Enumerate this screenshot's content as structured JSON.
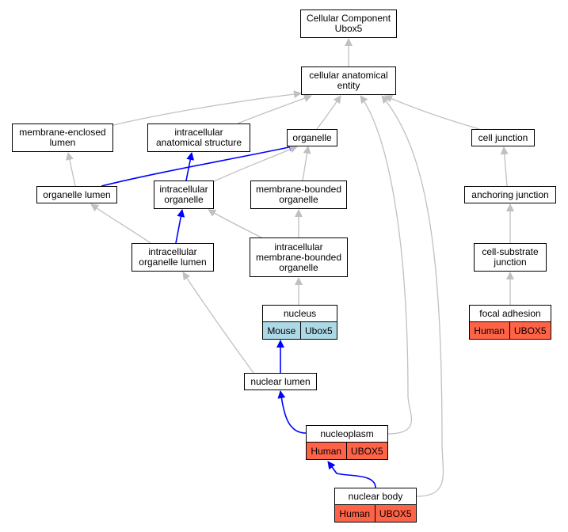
{
  "colors": {
    "gray_edge": "#c0c0c0",
    "blue_edge": "#0000ff",
    "mouse": "#add8e6",
    "human": "#ff6347"
  },
  "nodes": {
    "root": "Cellular Component\nUbox5",
    "cellular_anatomical_entity": "cellular anatomical\nentity",
    "membrane_enclosed_lumen": "membrane-enclosed\nlumen",
    "intracellular_anatomical_structure": "intracellular\nanatomical structure",
    "organelle": "organelle",
    "cell_junction": "cell junction",
    "organelle_lumen": "organelle lumen",
    "intracellular_organelle": "intracellular\norganelle",
    "membrane_bounded_organelle": "membrane-bounded\norganelle",
    "anchoring_junction": "anchoring junction",
    "intracellular_organelle_lumen": "intracellular\norganelle lumen",
    "intracellular_membrane_bounded_organelle": "intracellular\nmembrane-bounded\norganelle",
    "cell_substrate_junction": "cell-substrate\njunction",
    "nucleus": "nucleus",
    "focal_adhesion": "focal adhesion",
    "nuclear_lumen": "nuclear lumen",
    "nucleoplasm": "nucleoplasm",
    "nuclear_body": "nuclear body"
  },
  "annotations": {
    "nucleus": {
      "species": "Mouse",
      "gene": "Ubox5"
    },
    "focal_adhesion": {
      "species": "Human",
      "gene": "UBOX5"
    },
    "nucleoplasm": {
      "species": "Human",
      "gene": "UBOX5"
    },
    "nuclear_body": {
      "species": "Human",
      "gene": "UBOX5"
    }
  },
  "edges": [
    {
      "from": "cellular_anatomical_entity",
      "to": "root",
      "type": "is_a"
    },
    {
      "from": "membrane_enclosed_lumen",
      "to": "cellular_anatomical_entity",
      "type": "is_a"
    },
    {
      "from": "intracellular_anatomical_structure",
      "to": "cellular_anatomical_entity",
      "type": "is_a"
    },
    {
      "from": "organelle",
      "to": "cellular_anatomical_entity",
      "type": "is_a"
    },
    {
      "from": "cell_junction",
      "to": "cellular_anatomical_entity",
      "type": "is_a"
    },
    {
      "from": "nucleoplasm",
      "to": "cellular_anatomical_entity",
      "type": "is_a"
    },
    {
      "from": "nuclear_body",
      "to": "cellular_anatomical_entity",
      "type": "is_a"
    },
    {
      "from": "organelle_lumen",
      "to": "membrane_enclosed_lumen",
      "type": "is_a"
    },
    {
      "from": "organelle_lumen",
      "to": "organelle",
      "type": "part_of"
    },
    {
      "from": "intracellular_organelle",
      "to": "organelle",
      "type": "is_a"
    },
    {
      "from": "intracellular_organelle",
      "to": "intracellular_anatomical_structure",
      "type": "part_of"
    },
    {
      "from": "membrane_bounded_organelle",
      "to": "organelle",
      "type": "is_a"
    },
    {
      "from": "intracellular_organelle_lumen",
      "to": "organelle_lumen",
      "type": "is_a"
    },
    {
      "from": "intracellular_organelle_lumen",
      "to": "intracellular_organelle",
      "type": "part_of"
    },
    {
      "from": "intracellular_membrane_bounded_organelle",
      "to": "intracellular_organelle",
      "type": "is_a"
    },
    {
      "from": "intracellular_membrane_bounded_organelle",
      "to": "membrane_bounded_organelle",
      "type": "is_a"
    },
    {
      "from": "nucleus",
      "to": "intracellular_membrane_bounded_organelle",
      "type": "is_a"
    },
    {
      "from": "nuclear_lumen",
      "to": "intracellular_organelle_lumen",
      "type": "is_a"
    },
    {
      "from": "nuclear_lumen",
      "to": "nucleus",
      "type": "part_of"
    },
    {
      "from": "nucleoplasm",
      "to": "nuclear_lumen",
      "type": "part_of"
    },
    {
      "from": "nuclear_body",
      "to": "nucleoplasm",
      "type": "part_of"
    },
    {
      "from": "anchoring_junction",
      "to": "cell_junction",
      "type": "is_a"
    },
    {
      "from": "cell_substrate_junction",
      "to": "anchoring_junction",
      "type": "is_a"
    },
    {
      "from": "focal_adhesion",
      "to": "cell_substrate_junction",
      "type": "is_a"
    }
  ]
}
